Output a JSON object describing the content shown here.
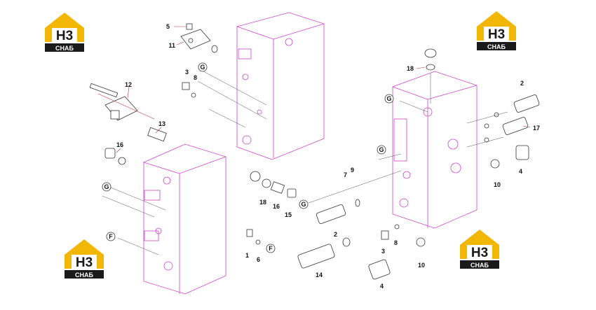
{
  "logo": {
    "letters": "H3",
    "tagline": "CHAБ",
    "brand_color": "#f2b705",
    "dark_color": "#1a1a1a"
  },
  "callouts": {
    "c1": "1",
    "c2a": "2",
    "c2b": "2",
    "c3a": "3",
    "c3b": "3",
    "c4a": "4",
    "c4b": "4",
    "c5": "5",
    "c6": "6",
    "c7": "7",
    "c8a": "8",
    "c8b": "8",
    "c9": "9",
    "c10a": "10",
    "c10b": "10",
    "c11": "11",
    "c12": "12",
    "c13": "13",
    "c14": "14",
    "c15": "15",
    "c16a": "16",
    "c16b": "16",
    "c17": "17",
    "c18a": "18",
    "c18b": "18"
  },
  "ref_marks": {
    "g": "G",
    "f": "F"
  },
  "colors": {
    "housing": "#cc44cc",
    "leader": "#c0303a",
    "part": "#333333"
  }
}
